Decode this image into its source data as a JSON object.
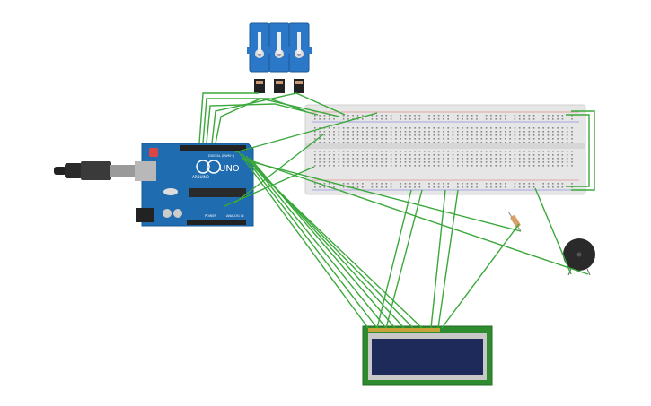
{
  "arduino": {
    "model_label": "UNO",
    "brand_label": "ARDUINO",
    "digital_header_label": "DIGITAL (PWM~)",
    "power_header_label": "POWER",
    "analog_header_label": "ANALOG IN"
  },
  "components": {
    "servos": [
      "servo-1",
      "servo-2",
      "servo-3"
    ],
    "breadboard": "breadboard",
    "lcd": "lcd-16x2",
    "buzzer": "piezo-buzzer",
    "resistor": "resistor",
    "usb_cable": "usb-cable"
  },
  "colors": {
    "wire": "#3aa83a",
    "arduino_board": "#1f6cb0",
    "servo_body": "#2b78c8",
    "lcd_board": "#2e8b2e",
    "lcd_screen": "#1e2a5a",
    "breadboard": "#e8e8e8",
    "buzzer": "#2a2a2a"
  }
}
